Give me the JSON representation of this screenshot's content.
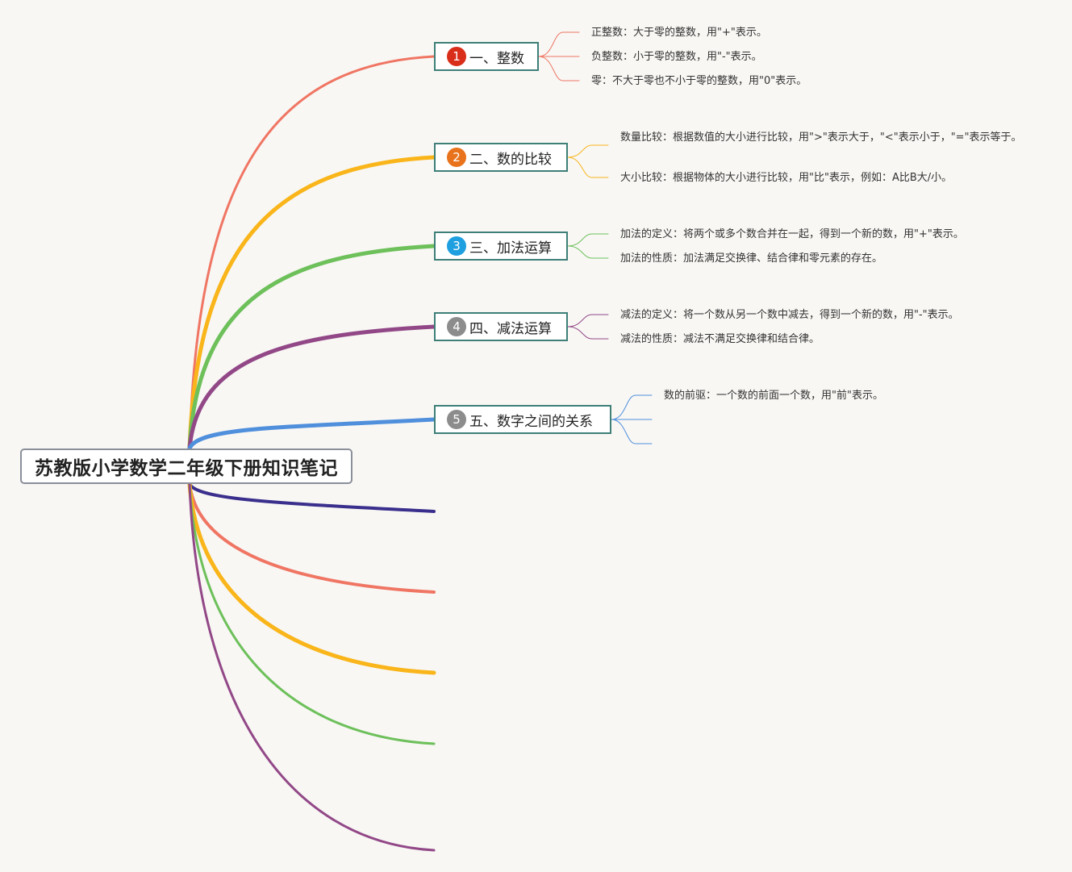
{
  "root": {
    "title": "苏教版小学数学二年级下册知识笔记"
  },
  "topics": [
    {
      "number": "1",
      "label": "一、整数",
      "color": "#f07563",
      "badge_color": "#d92e1a",
      "children": [
        "正整数：大于零的整数，用\"+\"表示。",
        "负整数：小于零的整数，用\"-\"表示。",
        "零：不大于零也不小于零的整数，用\"0\"表示。"
      ]
    },
    {
      "number": "2",
      "label": "二、数的比较",
      "color": "#f9b51a",
      "badge_color": "#e8731c",
      "children": [
        "数量比较：根据数值的大小进行比较，用\">\"表示大于，\"<\"表示小于，\"=\"表示等于。",
        "大小比较：根据物体的大小进行比较，用\"比\"表示，例如：A比B大/小。"
      ]
    },
    {
      "number": "3",
      "label": "三、加法运算",
      "color": "#6dc05a",
      "badge_color": "#1e9fe0",
      "children": [
        "加法的定义：将两个或多个数合并在一起，得到一个新的数，用\"+\"表示。",
        "加法的性质：加法满足交换律、结合律和零元素的存在。"
      ]
    },
    {
      "number": "4",
      "label": "四、减法运算",
      "color": "#924887",
      "badge_color": "#8c8c8c",
      "children": [
        "减法的定义：将一个数从另一个数中减去，得到一个新的数，用\"-\"表示。",
        "减法的性质：减法不满足交换律和结合律。"
      ]
    },
    {
      "number": "5",
      "label": "五、数字之间的关系",
      "color": "#4f8fdc",
      "badge_color": "#8c8c8c",
      "children": [
        "数的前驱：一个数的前面一个数，用\"前\"表示。",
        "",
        ""
      ]
    }
  ],
  "empty_branch_colors": [
    "#3a2f8c",
    "#f07563",
    "#f9b51a",
    "#6dc05a",
    "#924887"
  ]
}
